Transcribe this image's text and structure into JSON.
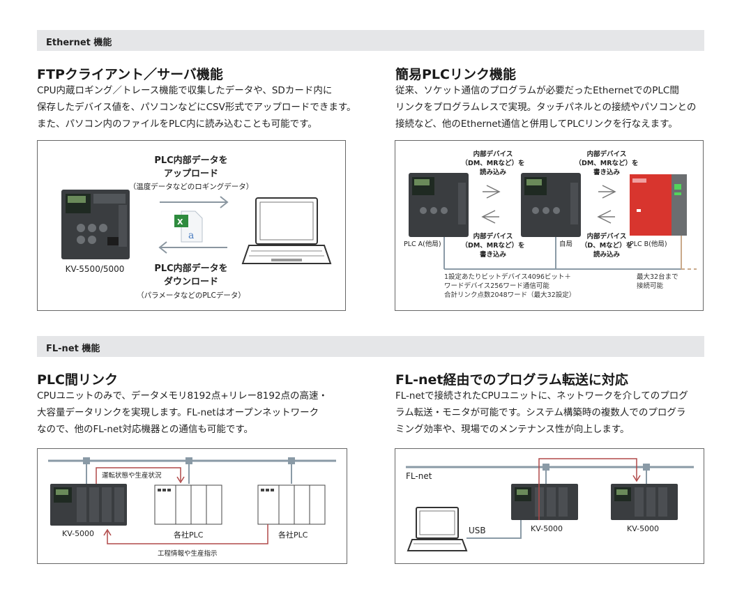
{
  "section1": {
    "title": "Ethernet 機能"
  },
  "ftp": {
    "heading": "FTPクライアント／サーバ機能",
    "lines": [
      "CPU内蔵ロギング／トレース機能で収集したデータや、SDカード内に",
      "保存したデバイス値を、パソコンなどにCSV形式でアップロードできます。",
      "また、パソコン内のファイルをPLC内に読み込むことも可能です。"
    ],
    "diagram": {
      "upload_line1": "PLC内部データを",
      "upload_line2": "アップロード",
      "upload_sub": "（温度データなどのロギングデータ）",
      "download_line1": "PLC内部データを",
      "download_line2": "ダウンロード",
      "download_sub": "（パラメータなどのPLCデータ）",
      "plc_label": "KV-5500/5000"
    }
  },
  "plclink": {
    "heading": "簡易PLCリンク機能",
    "lines": [
      "従来、ソケット通信のプログラムが必要だったEthernetでのPLC間",
      "リンクをプログラムレスで実現。タッチパネルとの接続やパソコンとの",
      "接続など、他のEthernet通信と併用してPLCリンクを行なえます。"
    ],
    "diagram": {
      "read_top_1": "内部デバイス",
      "read_top_2": "（DM、MRなど）を",
      "read_top_3": "読み込み",
      "write_top_1": "内部デバイス",
      "write_top_2": "（DM、MRなど）を",
      "write_top_3": "書き込み",
      "write_bottom_1": "内部デバイス",
      "write_bottom_2": "（DM、MRなど）を",
      "write_bottom_3": "書き込み",
      "read_bottom_1": "内部デバイス",
      "read_bottom_2": "（D、Mなど）を",
      "read_bottom_3": "読み込み",
      "plc_a": "PLC A(他局)",
      "self": "自局",
      "plc_b": "PLC B(他局)",
      "note_1": "1設定あたりビットデバイス4096ビット＋",
      "note_2": "ワードデバイス256ワード通信可能",
      "note_3": "合計リンク点数2048ワード（最大32設定）",
      "note_right_1": "最大32台まで",
      "note_right_2": "接続可能"
    }
  },
  "section2": {
    "title": "FL-net 機能"
  },
  "flnetlink": {
    "heading": "PLC間リンク",
    "lines": [
      "CPUユニットのみで、データメモリ8192点+リレー8192点の高速・",
      "大容量データリンクを実現します。FL-netはオープンネットワーク",
      "なので、他のFL-net対応機器との通信も可能です。"
    ],
    "diagram": {
      "top_label": "運転状態や生産状況",
      "bottom_label": "工程情報や生産指示",
      "kv_label": "KV-5000",
      "other1": "各社PLC",
      "other2": "各社PLC"
    }
  },
  "transfer": {
    "heading": "FL-net経由でのプログラム転送に対応",
    "lines": [
      "FL-netで接続されたCPUユニットに、ネットワークを介してのプログ",
      "ラム転送・モニタが可能です。システム構築時の複数人でのプログラ",
      "ミング効率や、現場でのメンテナンス性が向上します。"
    ],
    "diagram": {
      "network_label": "FL-net",
      "usb_label": "USB",
      "kv1": "KV-5000",
      "kv2": "KV-5000"
    }
  },
  "colors": {
    "bar": "#e5e6e8",
    "arrow_red": "#b04848",
    "line_gray": "#8a9aa6",
    "plc_red": "#d8352e"
  }
}
